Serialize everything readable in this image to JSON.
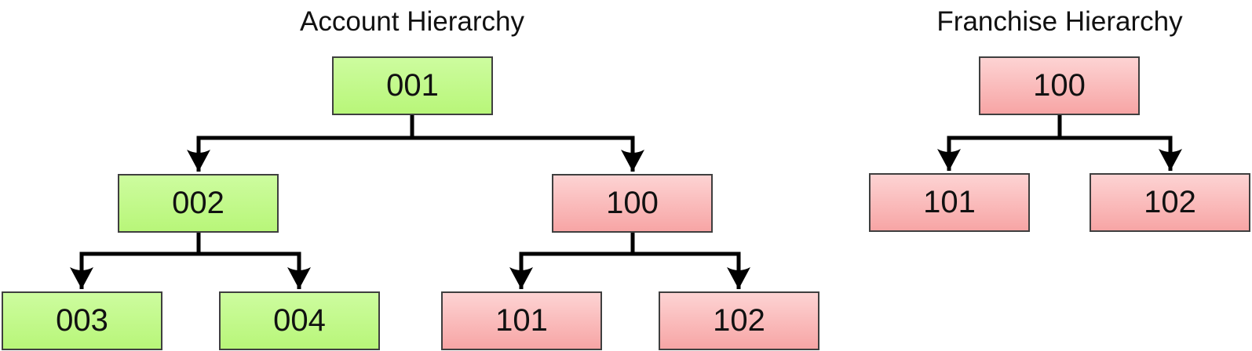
{
  "diagram": {
    "trees": [
      {
        "title": "Account Hierarchy",
        "nodes": [
          {
            "label": "001",
            "kind": "account"
          },
          {
            "label": "002",
            "kind": "account"
          },
          {
            "label": "100",
            "kind": "franchise"
          },
          {
            "label": "003",
            "kind": "account"
          },
          {
            "label": "004",
            "kind": "account"
          },
          {
            "label": "101",
            "kind": "franchise"
          },
          {
            "label": "102",
            "kind": "franchise"
          }
        ],
        "edges": [
          [
            "001",
            "002"
          ],
          [
            "001",
            "100"
          ],
          [
            "002",
            "003"
          ],
          [
            "002",
            "004"
          ],
          [
            "100",
            "101"
          ],
          [
            "100",
            "102"
          ]
        ]
      },
      {
        "title": "Franchise Hierarchy",
        "nodes": [
          {
            "label": "100",
            "kind": "franchise"
          },
          {
            "label": "101",
            "kind": "franchise"
          },
          {
            "label": "102",
            "kind": "franchise"
          }
        ],
        "edges": [
          [
            "100",
            "101"
          ],
          [
            "100",
            "102"
          ]
        ]
      }
    ],
    "colors": {
      "account_fill_top": "#cdfc9f",
      "account_fill_bottom": "#b8f679",
      "franchise_fill_top": "#fdd3d3",
      "franchise_fill_bottom": "#f7a5a5",
      "node_border": "#3f3f3f",
      "connector": "#000000",
      "text": "#111111"
    }
  }
}
